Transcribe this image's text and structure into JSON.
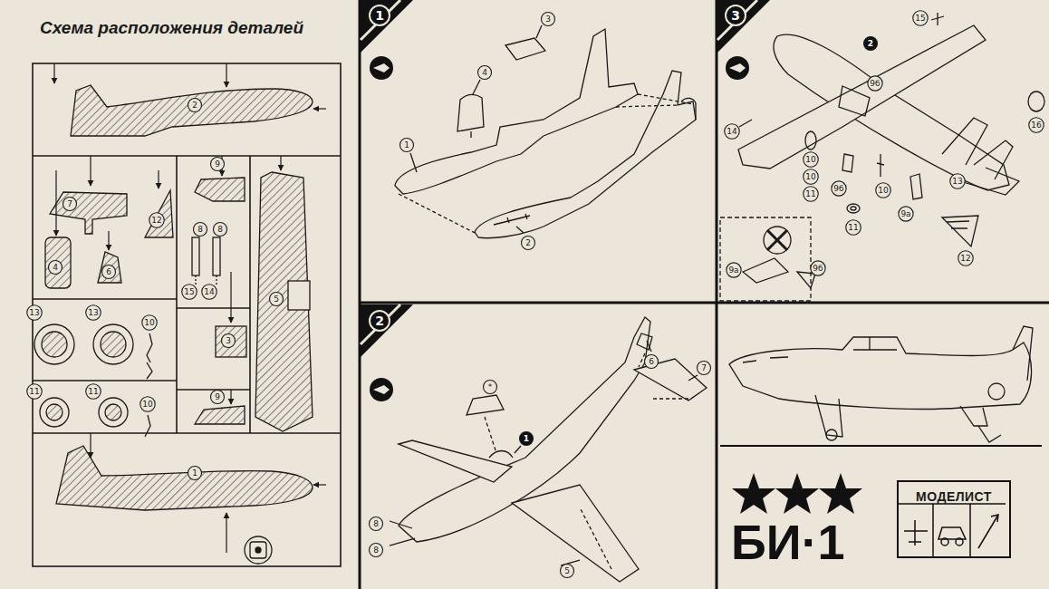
{
  "diagram": {
    "nodes": [
      {
        "text": [
          "Схема расположения деталей"
        ]
      },
      {
        "text": [
          "1"
        ]
      },
      {
        "text": [
          "3"
        ]
      },
      {
        "text": [
          "2"
        ]
      },
      {
        "text": [
          "БИ·1"
        ]
      },
      {
        "text": [
          "МОДЕЛИСТ"
        ],
        "in": 4
      }
    ],
    "labels": [
      "2",
      "9",
      "7",
      "12",
      "8",
      "8",
      "4",
      "6",
      "15",
      "14",
      "5",
      "13",
      "13",
      "10",
      "3",
      "11",
      "11",
      "10",
      "9",
      "1",
      "3",
      "4",
      "1",
      "2",
      "15",
      "2",
      "14",
      "9б",
      "16",
      "10",
      "10",
      "11",
      "9б",
      "10",
      "9а",
      "13",
      "11",
      "12",
      "9а",
      "9б",
      "6",
      "7",
      "1",
      "8",
      "8",
      "5",
      "*"
    ]
  }
}
